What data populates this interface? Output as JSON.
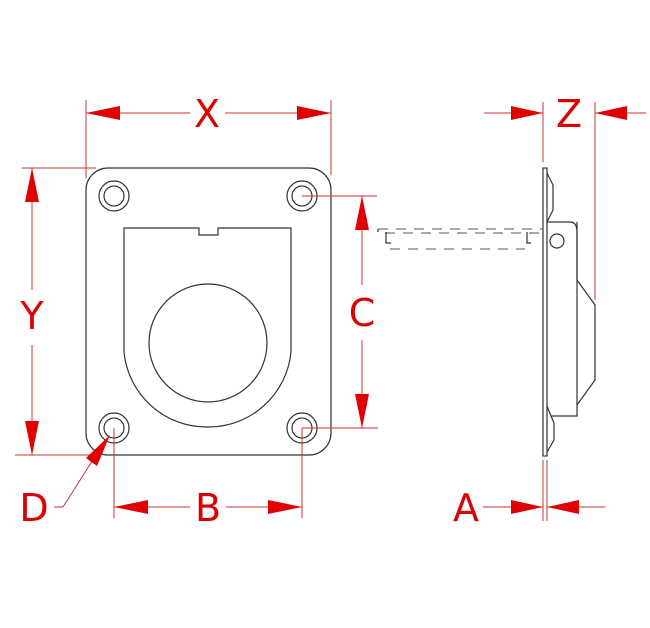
{
  "drawing": {
    "type": "recessed lift ring technical drawing",
    "views": [
      "front-view",
      "side-view"
    ],
    "accent_color": "#dd0000",
    "line_color": "#333333"
  },
  "dimensions": {
    "x": "X",
    "y": "Y",
    "z": "Z",
    "a": "A",
    "b": "B",
    "c": "C",
    "d": "D"
  }
}
